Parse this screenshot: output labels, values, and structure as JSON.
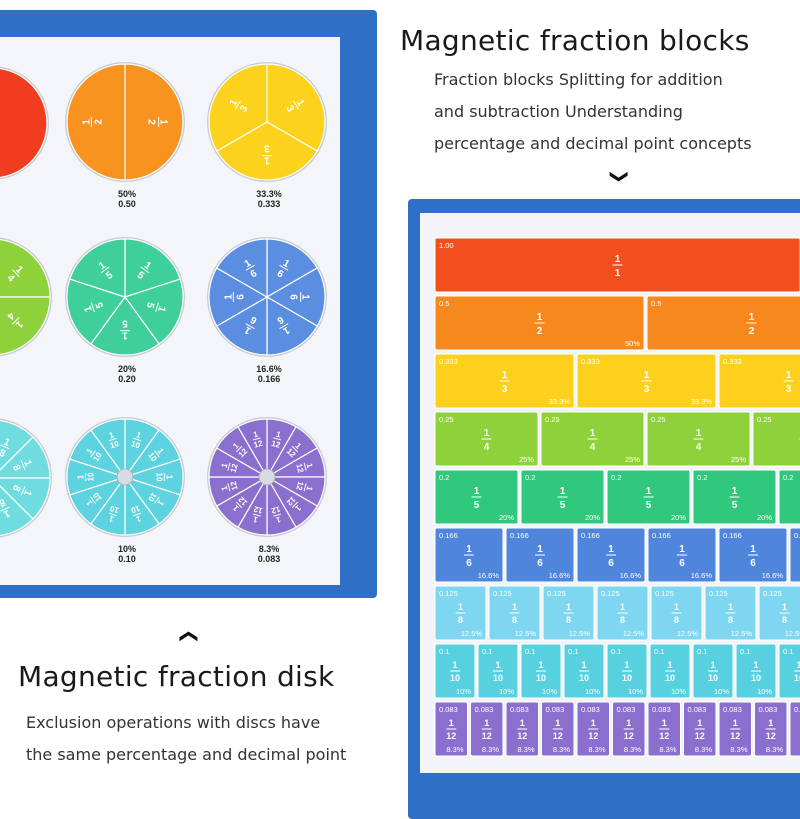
{
  "top_heading": "Magnetic fraction blocks",
  "top_desc": [
    "Fraction blocks Splitting for addition",
    "and subtraction Understanding",
    "percentage and decimal point concepts"
  ],
  "bottom_heading": "Magnetic fraction disk",
  "bottom_desc": [
    "Exclusion operations with discs have",
    "the same percentage and decimal point"
  ],
  "disks": [
    {
      "id": "half",
      "label": "1/2",
      "num": "1",
      "den": "2",
      "slices": 2,
      "color": "#f7931e",
      "pct": "50%",
      "dec": "0.50"
    },
    {
      "id": "third",
      "label": "1/3",
      "num": "1",
      "den": "3",
      "slices": 3,
      "color": "#fcd21c",
      "pct": "33.3%",
      "dec": "0.333"
    },
    {
      "id": "fifth",
      "label": "1/5",
      "num": "1",
      "den": "5",
      "slices": 5,
      "color": "#3fcf9a",
      "pct": "20%",
      "dec": "0.20"
    },
    {
      "id": "sixth",
      "label": "1/6",
      "num": "1",
      "den": "6",
      "slices": 6,
      "color": "#5b8de0",
      "pct": "16.6%",
      "dec": "0.166"
    },
    {
      "id": "tenth",
      "label": "1/10",
      "num": "1",
      "den": "10",
      "slices": 10,
      "color": "#5ed3e0",
      "pct": "10%",
      "dec": "0.10"
    },
    {
      "id": "twelfth",
      "label": "1/12",
      "num": "1",
      "den": "12",
      "slices": 12,
      "color": "#8b6fcf",
      "pct": "8.3%",
      "dec": "0.083"
    }
  ],
  "partial_disks": [
    {
      "id": "whole",
      "color": "#f03c1f"
    },
    {
      "id": "quarter",
      "color": "#8fd13a",
      "num": "1",
      "den": "4"
    },
    {
      "id": "eighth",
      "color": "#6fdce0",
      "num": "1",
      "den": "8"
    }
  ],
  "bar_rows": [
    {
      "den": "1",
      "num": "1",
      "dec": "1.00",
      "pct": "",
      "color": "#f24e1e",
      "count": 1
    },
    {
      "den": "2",
      "num": "1",
      "dec": "0.5",
      "pct": "50%",
      "color": "#f7881e",
      "count": 2
    },
    {
      "den": "3",
      "num": "1",
      "dec": "0.333",
      "pct": "33.3%",
      "color": "#fcd01c",
      "count": 3
    },
    {
      "den": "4",
      "num": "1",
      "dec": "0.25",
      "pct": "25%",
      "color": "#8fd13a",
      "count": 4
    },
    {
      "den": "5",
      "num": "1",
      "dec": "0.2",
      "pct": "20%",
      "color": "#2fc87c",
      "count": 5
    },
    {
      "den": "6",
      "num": "1",
      "dec": "0.166",
      "pct": "16.6%",
      "color": "#4f86dc",
      "count": 6
    },
    {
      "den": "8",
      "num": "1",
      "dec": "0.125",
      "pct": "12.5%",
      "color": "#7fd6f0",
      "count": 8
    },
    {
      "den": "10",
      "num": "1",
      "dec": "0.1",
      "pct": "10%",
      "color": "#57d0e0",
      "count": 10
    },
    {
      "den": "12",
      "num": "1",
      "dec": "0.083",
      "pct": "8.3%",
      "color": "#8b6fcf",
      "count": 12
    }
  ],
  "chevron_down": "❯",
  "chevron_up": "❯"
}
